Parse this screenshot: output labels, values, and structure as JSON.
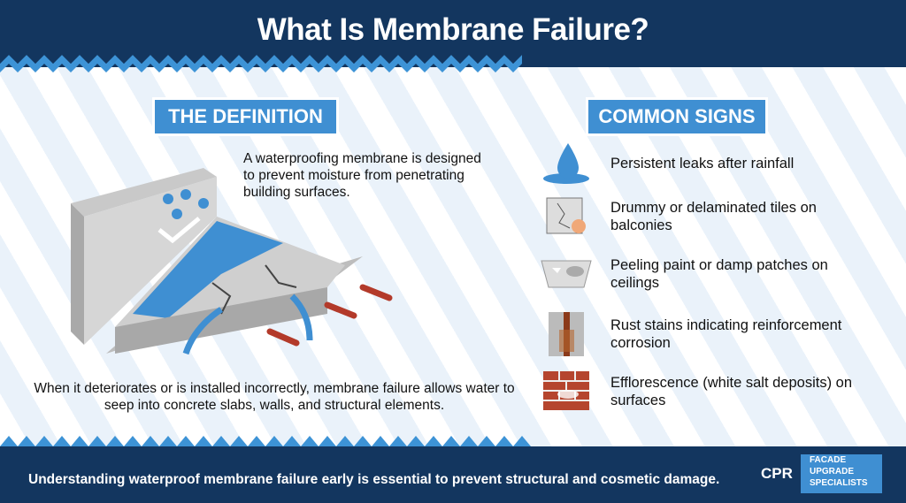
{
  "header": {
    "title": "What Is Membrane Failure?"
  },
  "definition": {
    "label": "THE DEFINITION",
    "intro": "A waterproofing membrane is designed to prevent moisture from penetrating building surfaces.",
    "body": "When it deteriorates or is installed incorrectly, membrane failure allows water to seep into concrete slabs, walls, and structural elements."
  },
  "signs": {
    "label": "COMMON SIGNS",
    "items": [
      {
        "icon": "water-drop-icon",
        "text": "Persistent leaks after rainfall"
      },
      {
        "icon": "cracked-tile-icon",
        "text": "Drummy or delaminated tiles on balconies"
      },
      {
        "icon": "ceiling-stain-icon",
        "text": "Peeling paint or damp patches on ceilings"
      },
      {
        "icon": "rusty-rebar-icon",
        "text": "Rust stains indicating reinforcement corrosion"
      },
      {
        "icon": "brick-wall-icon",
        "text": "Efflorescence (white salt deposits) on surfaces"
      }
    ]
  },
  "footer": {
    "text": "Understanding waterproof membrane failure early is essential to prevent structural and cosmetic damage.",
    "logo": {
      "cpr": "CPR",
      "line1": "FACADE",
      "line2": "UPGRADE",
      "line3": "SPECIALISTS"
    }
  },
  "colors": {
    "navy": "#13365f",
    "accent": "#3f8fd2"
  }
}
